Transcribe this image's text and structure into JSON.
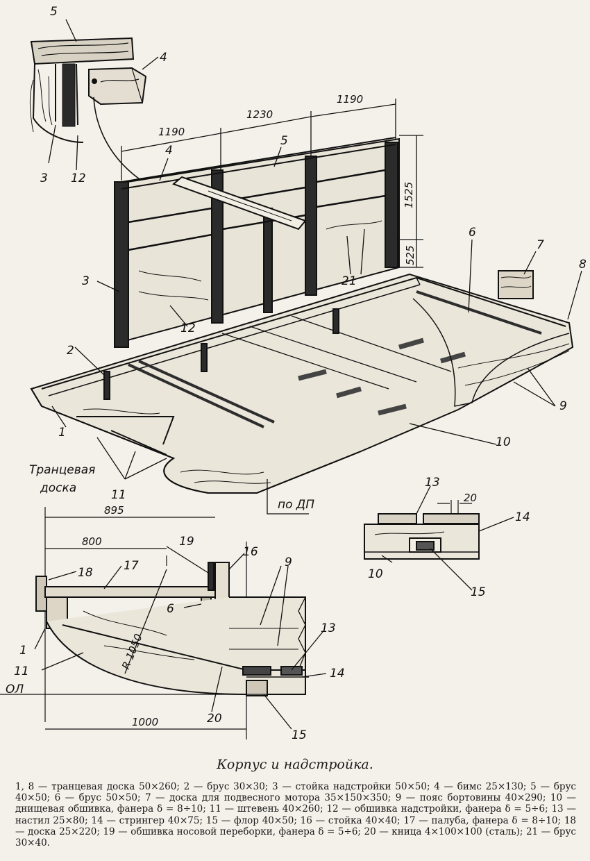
{
  "top_view": {
    "dims": [
      "1190",
      "1230",
      "1190",
      "1525",
      "525"
    ],
    "labels": [
      "5",
      "4",
      "3",
      "12",
      "4",
      "5",
      "3",
      "12",
      "21",
      "6",
      "7",
      "8",
      "2",
      "1",
      "9",
      "10",
      "11"
    ],
    "transom_label": [
      "Транцевая",
      "доска"
    ],
    "dp_label": "по ДП"
  },
  "side_view": {
    "dims": [
      "895",
      "800",
      "1000",
      "20"
    ],
    "radius": "R 1050",
    "ol_label": "ОЛ",
    "labels": [
      "18",
      "17",
      "19",
      "16",
      "6",
      "9",
      "13",
      "14",
      "1",
      "11",
      "20",
      "15"
    ],
    "section_labels": [
      "13",
      "14",
      "10",
      "15"
    ]
  },
  "caption": {
    "title": "Корпус и надстройка.",
    "legend": "1, 8 — транцевая доска 50×260; 2 — брус 30×30; 3 — стойка надстройки 50×50; 4 — бимс 25×130; 5 — брус 40×50; 6 — брус 50×50; 7 — доска для подвесного мотора 35×150×350; 9 — пояс бортовины 40×290; 10 — днищевая обшивка, фанера δ = 8÷10; 11 — штевень 40×260; 12 — обшивка надстройки, фанера δ = 5÷6; 13 — настил 25×80; 14 — стрингер 40×75; 15 — флор 40×50; 16 — стойка 40×40; 17 — палуба, фанера δ = 8÷10; 18 — доска 25×220; 19 — обшивка носовой переборки, фанера δ = 5÷6; 20 — кница 4×100×100 (сталь); 21 — брус 30×40."
  }
}
